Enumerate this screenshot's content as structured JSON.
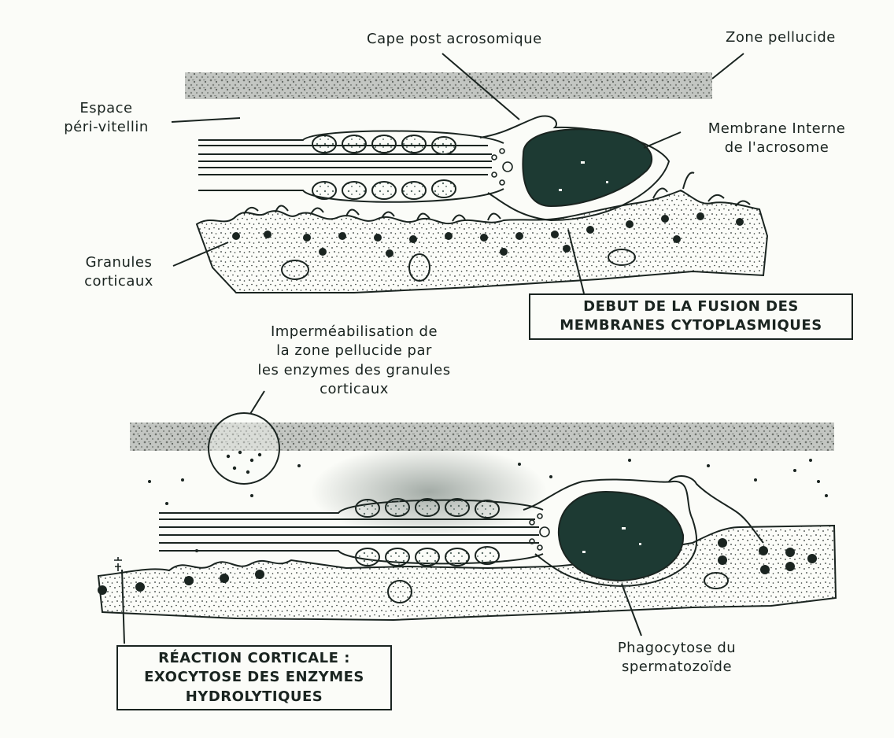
{
  "diagram": {
    "colors": {
      "ink": "#1a2420",
      "nucleus": "#1d3a33",
      "background": "#fbfcf8",
      "zone": "#8a8f8a"
    },
    "top": {
      "cape": "Cape post acrosomique",
      "zone": "Zone pellucide",
      "espace_1": "Espace",
      "espace_2": "péri-vitellin",
      "membrane_1": "Membrane  Interne",
      "membrane_2": "de l'acrosome",
      "granules_1": "Granules",
      "granules_2": "corticaux",
      "fusion_1": "DEBUT DE LA FUSION DES",
      "fusion_2": "MEMBRANES CYTOPLASMIQUES"
    },
    "bottom": {
      "imperm_1": "Imperméabilisation  de",
      "imperm_2": "la zone pellucide par",
      "imperm_3": "les enzymes des granules",
      "imperm_4": "corticaux",
      "reaction_1": "RÉACTION CORTICALE :",
      "reaction_2": "EXOCYTOSE DES ENZYMES",
      "reaction_3": "HYDROLYTIQUES",
      "phago_1": "Phagocytose du",
      "phago_2": "spermatozoïde"
    }
  }
}
